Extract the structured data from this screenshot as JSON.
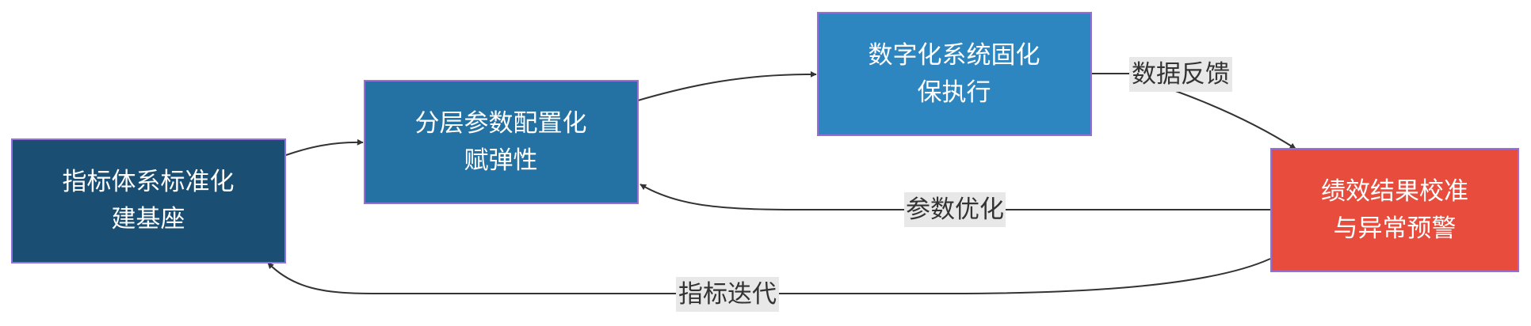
{
  "nodes": {
    "n1": {
      "line1": "指标体系标准化",
      "line2": "建基座",
      "color": "#1a4e72"
    },
    "n2": {
      "line1": "分层参数配置化",
      "line2": "赋弹性",
      "color": "#2471a3"
    },
    "n3": {
      "line1": "数字化系统固化",
      "line2": "保执行",
      "color": "#2e86c1"
    },
    "n4": {
      "line1": "绩效结果校准",
      "line2": "与异常预警",
      "color": "#e74c3c"
    }
  },
  "edges": {
    "feedback": {
      "label": "数据反馈"
    },
    "param": {
      "label": "参数优化"
    },
    "metric": {
      "label": "指标迭代"
    }
  }
}
